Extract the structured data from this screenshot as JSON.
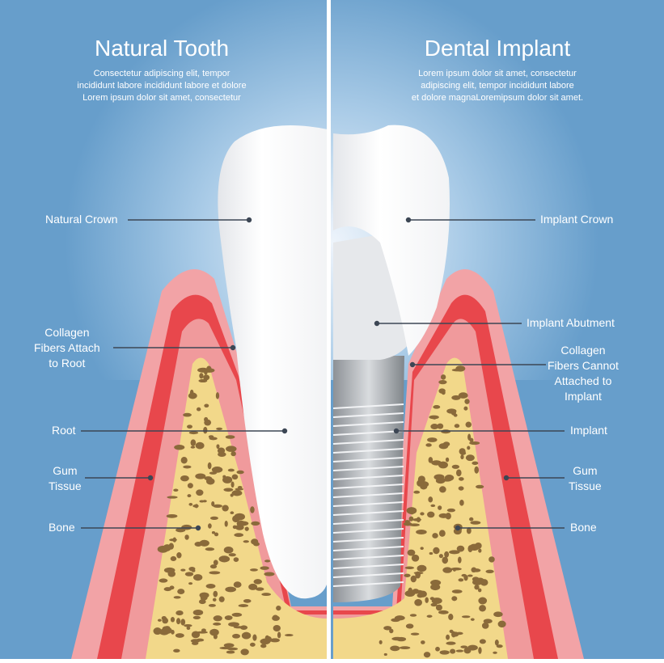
{
  "left": {
    "title": "Natural Tooth",
    "subtitle": [
      "Consectetur adipiscing elit, tempor",
      "incididunt labore incididunt labore et dolore",
      "Lorem ipsum dolor sit amet, consectetur"
    ],
    "labels": {
      "crown": "Natural Crown",
      "collagen": [
        "Collagen",
        "Fibers Attach",
        "to Root"
      ],
      "root": "Root",
      "gum": [
        "Gum",
        "Tissue"
      ],
      "bone": "Bone"
    }
  },
  "right": {
    "title": "Dental Implant",
    "subtitle": [
      "Lorem ipsum dolor sit amet, consectetur",
      "adipiscing elit, tempor incididunt labore",
      "et dolore magnaLoremipsum dolor sit amet."
    ],
    "labels": {
      "crown": "Implant Crown",
      "abutment": "Implant Abutment",
      "collagen": [
        "Collagen",
        "Fibers Cannot",
        "Attached to",
        "Implant"
      ],
      "implant": "Implant",
      "gum": [
        "Gum",
        "Tissue"
      ],
      "bone": "Bone"
    }
  },
  "colors": {
    "background": "#679ecb",
    "gum_outer": "#f2a3a6",
    "gum_red": "#e8474c",
    "bone": "#f2d88a",
    "bone_spots": "#8a6a3a"
  }
}
